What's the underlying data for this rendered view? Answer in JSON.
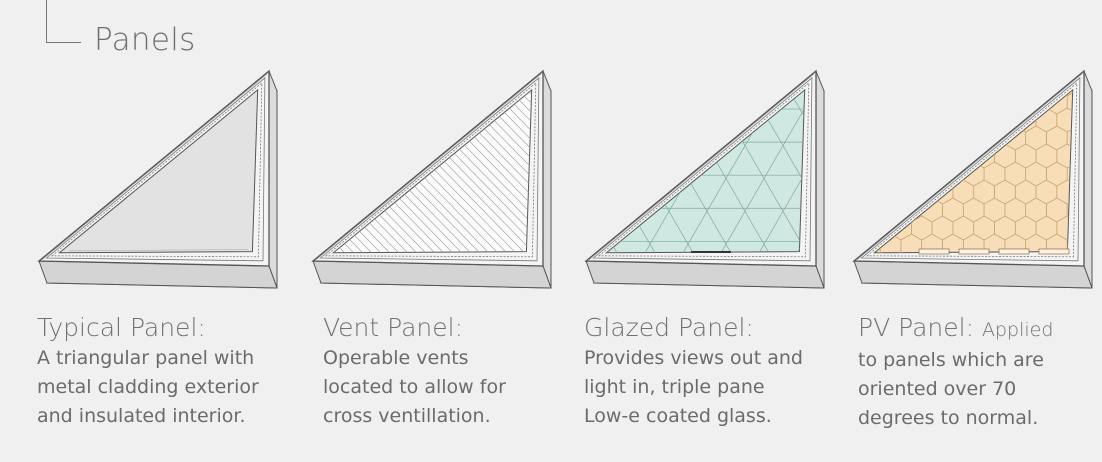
{
  "heading": "Panels",
  "colors": {
    "typical_fill": "#e2e2e2",
    "vent_fill": "#fbfbfb",
    "glazed_fill": "#cfe8e2",
    "pv_fill": "#f7deb8",
    "frame_stroke": "#555555"
  },
  "panels": [
    {
      "title": "Typical Panel:",
      "desc_lines": [
        "A triangular panel with",
        "metal cladding exterior",
        "and insulated interior."
      ]
    },
    {
      "title": "Vent Panel:",
      "desc_lines": [
        "Operable vents",
        "located to allow for",
        "cross ventillation."
      ]
    },
    {
      "title": "Glazed Panel:",
      "desc_lines": [
        "Provides views out and",
        "light in, triple pane",
        "Low-e coated glass."
      ]
    },
    {
      "title": "PV Panel:",
      "title_tail": "Applied",
      "desc_lines": [
        "to panels which are",
        "oriented over 70",
        "degrees to normal."
      ]
    }
  ]
}
